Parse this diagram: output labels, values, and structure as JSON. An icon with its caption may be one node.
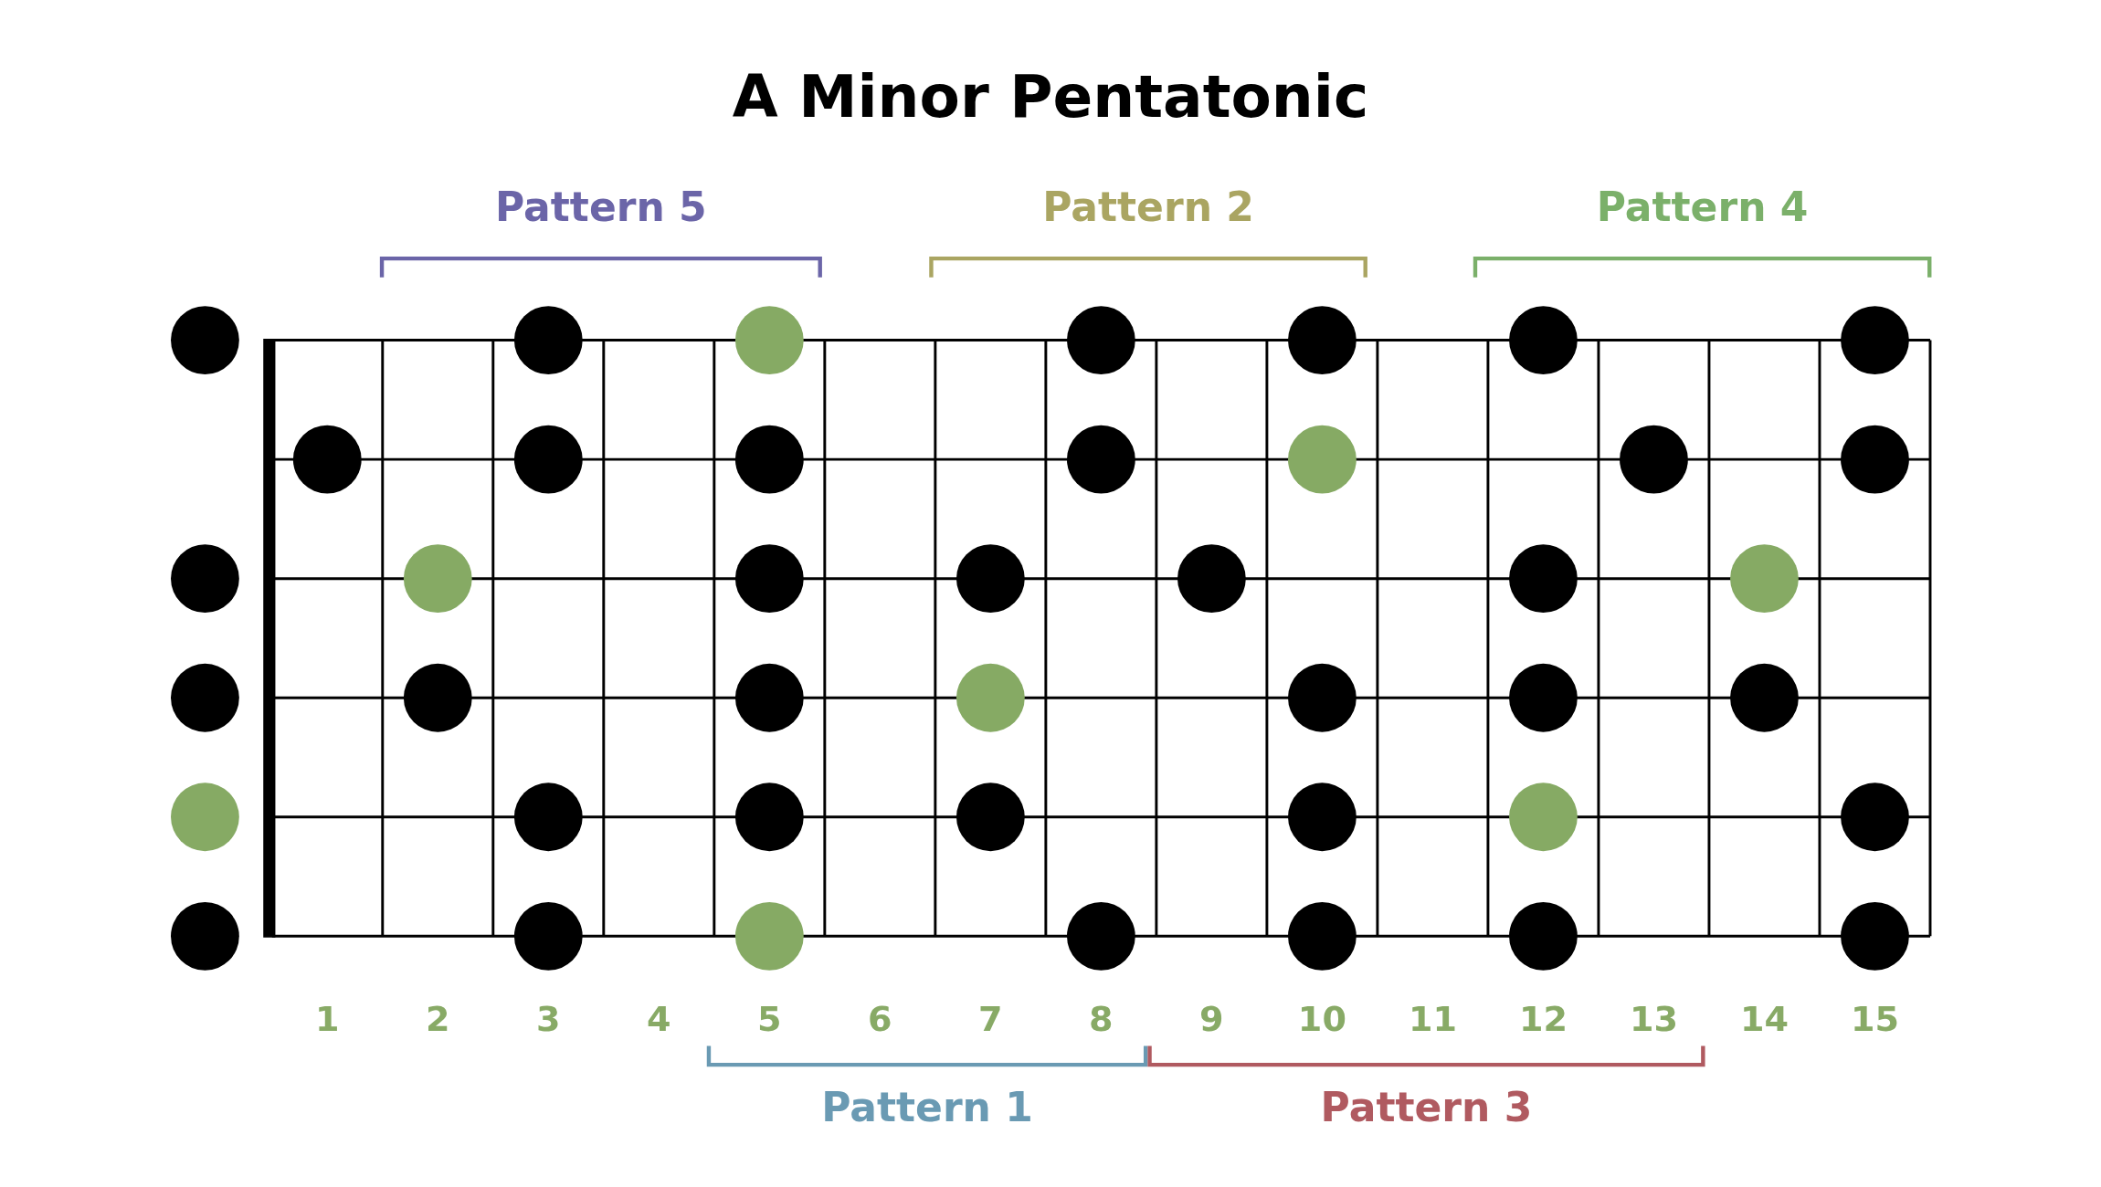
{
  "diagram": {
    "title": "A Minor Pentatonic",
    "labels": [
      "Pattern 5",
      "Pattern 2",
      "Pattern 4",
      "1",
      "2",
      "3",
      "4",
      "5",
      "6",
      "7",
      "8",
      "9",
      "10",
      "11",
      "12",
      "13",
      "14",
      "15",
      "Pattern 1",
      "Pattern 3"
    ]
  }
}
